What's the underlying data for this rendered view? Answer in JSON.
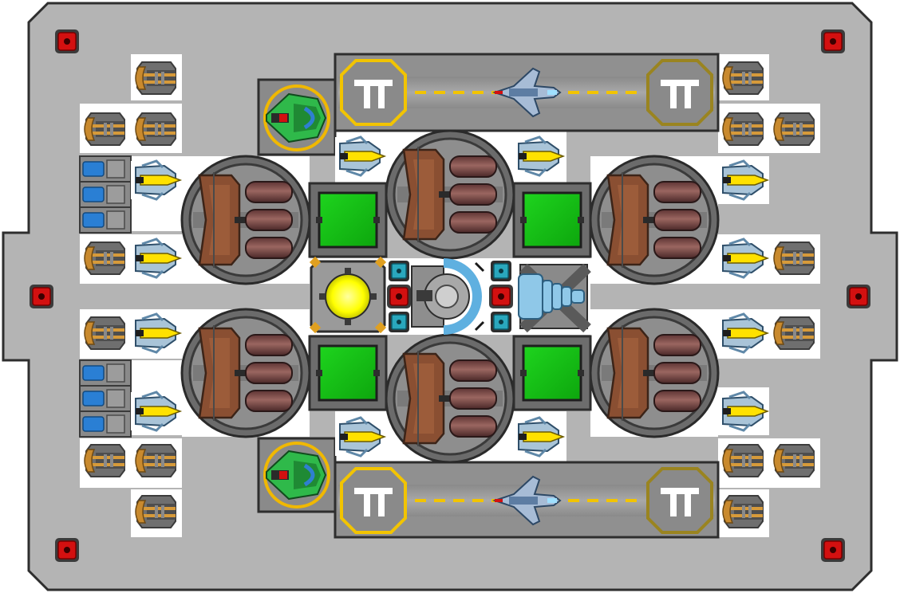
{
  "scene": {
    "title": "",
    "colors": {
      "hull": "#b4b4b4",
      "hull_edge": "#6e6e6e",
      "lane": "#8f8f8f",
      "marker_yellow": "#f2c400",
      "marker_yellow_dim": "#9a8420",
      "green_panel": "#13c113",
      "red_module": "#d31010",
      "cyan_module": "#2aa7bd",
      "copper": "#c98a2e",
      "brown": "#8a4f32",
      "brown_dark": "#5e3a2a",
      "pink_barrel": "#7a4a46",
      "core_yellow": "#ffff00"
    }
  },
  "landing_pads": [
    {
      "name": "top",
      "glyph_left": "TT",
      "glyph_right": "TT"
    },
    {
      "name": "bottom",
      "glyph_left": "TT",
      "glyph_right": "TT"
    }
  ],
  "icons": {
    "red_corner": "red-module-icon",
    "turret": "copper-turret-icon",
    "blaster": "yellow-blaster-icon",
    "cannon": "heavy-cannon-icon",
    "hangar": "green-fighter-icon",
    "reactor": "yellow-core-icon",
    "shield": "shield-generator-icon",
    "thruster": "thruster-icon",
    "battery": "battery-icon",
    "cargo": "green-cargo-icon"
  }
}
